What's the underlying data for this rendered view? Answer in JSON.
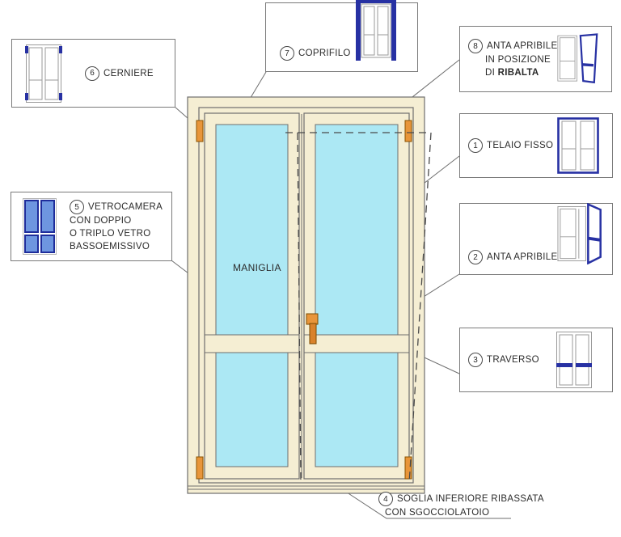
{
  "colors": {
    "frame-cream": "#F5EED3",
    "glass-blue": "#ACE8F4",
    "outline-gray": "#6E6E6E",
    "hinge-orange": "#E8953A",
    "handle-orange": "#D9822B",
    "icon-blue": "#2731A3",
    "icon-glass-blue": "#6E96E0",
    "icon-pane-border": "#1F2D9B",
    "text-dark": "#2B2B2B",
    "box-border-gray": "#7A7A7A",
    "leader-gray": "#6E6E6E",
    "dash-gray": "#4A4A4A"
  },
  "callouts": {
    "telaio": {
      "num": "1",
      "label": "TELAIO FISSO"
    },
    "anta": {
      "num": "2",
      "label": "ANTA APRIBILE"
    },
    "traverso": {
      "num": "3",
      "label": "TRAVERSO"
    },
    "soglia": {
      "num": "4",
      "line1": "SOGLIA INFERIORE RIBASSATA",
      "line2": "CON SGOCCIOLATOIO"
    },
    "vetrocamera": {
      "num": "5",
      "line1": "VETROCAMERA",
      "line2": "CON DOPPIO",
      "line3": "O TRIPLO VETRO",
      "line4": "BASSOEMISSIVO"
    },
    "cerniere": {
      "num": "6",
      "label": "CERNIERE"
    },
    "coprifilo": {
      "num": "7",
      "label": "COPRIFILO"
    },
    "ribalta": {
      "num": "8",
      "line1": "ANTA APRIBILE",
      "line2": "IN POSIZIONE",
      "line3_prefix": "DI",
      "line3_bold": "RIBALTA"
    }
  },
  "drawing": {
    "handle_label": "MANIGLIA"
  }
}
